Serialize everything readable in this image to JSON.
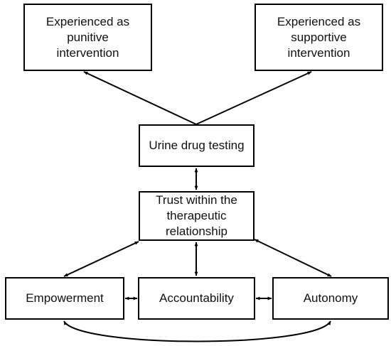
{
  "diagram": {
    "nodes": {
      "punitive": {
        "line1": "Experienced as",
        "line2": "punitive",
        "line3": "intervention"
      },
      "supportive": {
        "line1": "Experienced as",
        "line2": "supportive",
        "line3": "intervention"
      },
      "udt": {
        "line1": "Urine drug testing"
      },
      "trust": {
        "line1": "Trust within the",
        "line2": "therapeutic",
        "line3": "relationship"
      },
      "empowerment": {
        "line1": "Empowerment"
      },
      "accountability": {
        "line1": "Accountability"
      },
      "autonomy": {
        "line1": "Autonomy"
      }
    },
    "edges": [
      {
        "from": "Urine drug testing",
        "to": "Experienced as punitive intervention",
        "direction": "one-way"
      },
      {
        "from": "Urine drug testing",
        "to": "Experienced as supportive intervention",
        "direction": "one-way"
      },
      {
        "from": "Urine drug testing",
        "to": "Trust within the therapeutic relationship",
        "direction": "two-way"
      },
      {
        "from": "Trust within the therapeutic relationship",
        "to": "Empowerment",
        "direction": "two-way"
      },
      {
        "from": "Trust within the therapeutic relationship",
        "to": "Accountability",
        "direction": "two-way"
      },
      {
        "from": "Trust within the therapeutic relationship",
        "to": "Autonomy",
        "direction": "two-way"
      },
      {
        "from": "Empowerment",
        "to": "Accountability",
        "direction": "two-way"
      },
      {
        "from": "Accountability",
        "to": "Autonomy",
        "direction": "two-way"
      },
      {
        "from": "Empowerment",
        "to": "Autonomy",
        "direction": "two-way"
      }
    ],
    "colors": {
      "stroke": "#000000",
      "text": "#111111",
      "background": "#ffffff"
    }
  }
}
